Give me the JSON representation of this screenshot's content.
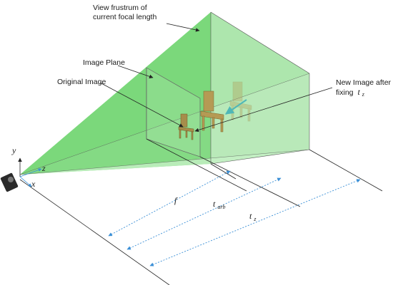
{
  "labels": {
    "frustum_line1": "View frustrum of",
    "frustum_line2": "current focal length",
    "image_plane": "Image Plane",
    "original_image": "Original Image",
    "new_image_line1": "New Image after",
    "new_image_line2": "fixing",
    "new_image_var": "t",
    "new_image_sub": "z"
  },
  "axes": {
    "y": "y",
    "z": "z",
    "x": "x"
  },
  "dimensions": {
    "f": "f",
    "t_arb": "t",
    "t_arb_sub": "arb",
    "t_z": "t",
    "t_z_sub": "z"
  },
  "colors": {
    "frustum_fill": "#6fd46f",
    "arrow_blue": "#3a8fd6",
    "new_image_arrow": "#5bc0c0",
    "chair_tan": "#b59a54"
  },
  "icons": [
    "camera-icon",
    "chair-original-icon",
    "chair-mid-icon",
    "chair-far-icon"
  ]
}
